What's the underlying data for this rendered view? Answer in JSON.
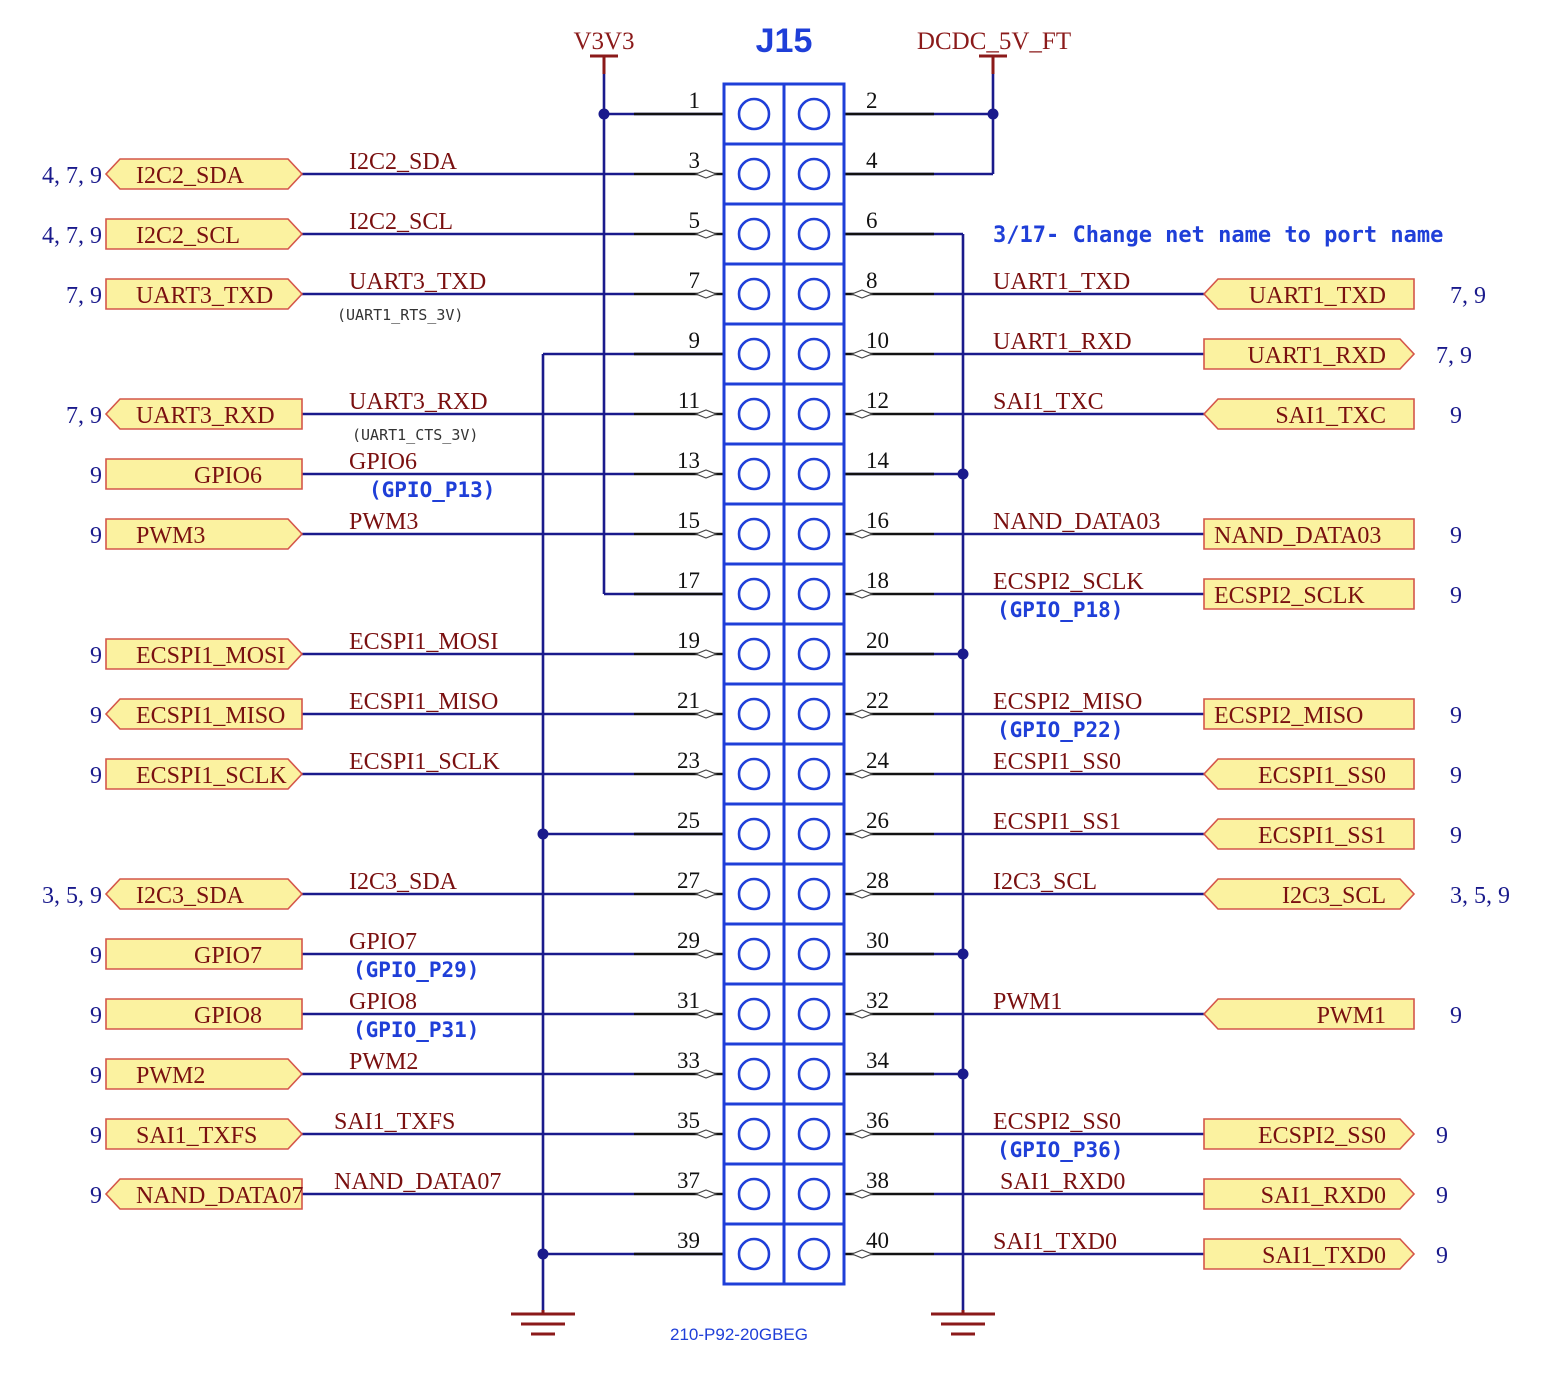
{
  "connector": {
    "refdes": "J15",
    "part_number": "210-P92-20GBEG"
  },
  "power": {
    "left_rail": "V3V3",
    "right_rail": "DCDC_5V_FT"
  },
  "note": "3/17- Change net name to port name",
  "colors": {
    "wire": "#1a1a8c",
    "connector": "#1f3fd8",
    "power": "#8b1a1a",
    "net_label": "#7a1010",
    "port_fill": "#fbf2a0",
    "port_stroke": "#d4564a",
    "sheet_ref": "#1a1a8c",
    "annotation": "#1f3fd8"
  },
  "pins": [
    {
      "n": "1",
      "net": "",
      "port": "",
      "shape": "",
      "sheets": "",
      "sub": "",
      "sub_type": ""
    },
    {
      "n": "2",
      "net": "",
      "port": "",
      "shape": "",
      "sheets": "",
      "sub": "",
      "sub_type": ""
    },
    {
      "n": "3",
      "net": "I2C2_SDA",
      "port": "I2C2_SDA",
      "shape": "bidir",
      "sheets": "4, 7, 9",
      "sub": "",
      "sub_type": ""
    },
    {
      "n": "4",
      "net": "",
      "port": "",
      "shape": "",
      "sheets": "",
      "sub": "",
      "sub_type": ""
    },
    {
      "n": "5",
      "net": "I2C2_SCL",
      "port": "I2C2_SCL",
      "shape": "out",
      "sheets": "4, 7, 9",
      "sub": "",
      "sub_type": ""
    },
    {
      "n": "6",
      "net": "",
      "port": "",
      "shape": "",
      "sheets": "",
      "sub": "",
      "sub_type": ""
    },
    {
      "n": "7",
      "net": "UART3_TXD",
      "port": "UART3_TXD",
      "shape": "out",
      "sheets": "7, 9",
      "sub": "(UART1_RTS_3V)",
      "sub_type": "small"
    },
    {
      "n": "8",
      "net": "UART1_TXD",
      "port": "UART1_TXD",
      "shape": "in",
      "sheets": "7, 9",
      "sub": "",
      "sub_type": ""
    },
    {
      "n": "9",
      "net": "",
      "port": "",
      "shape": "",
      "sheets": "",
      "sub": "",
      "sub_type": ""
    },
    {
      "n": "10",
      "net": "UART1_RXD",
      "port": "UART1_RXD",
      "shape": "out",
      "sheets": "7, 9",
      "sub": "",
      "sub_type": ""
    },
    {
      "n": "11",
      "net": "UART3_RXD",
      "port": "UART3_RXD",
      "shape": "in",
      "sheets": "7, 9",
      "sub": "(UART1_CTS_3V)",
      "sub_type": "small"
    },
    {
      "n": "12",
      "net": "SAI1_TXC",
      "port": "SAI1_TXC",
      "shape": "in",
      "sheets": "9",
      "sub": "",
      "sub_type": ""
    },
    {
      "n": "13",
      "net": "GPIO6",
      "port": "GPIO6",
      "shape": "none",
      "sheets": "9",
      "sub": "(GPIO_P13)",
      "sub_type": "gpio"
    },
    {
      "n": "14",
      "net": "",
      "port": "",
      "shape": "",
      "sheets": "",
      "sub": "",
      "sub_type": ""
    },
    {
      "n": "15",
      "net": "PWM3",
      "port": "PWM3",
      "shape": "out",
      "sheets": "9",
      "sub": "",
      "sub_type": ""
    },
    {
      "n": "16",
      "net": "NAND_DATA03",
      "port": "NAND_DATA03",
      "shape": "none",
      "sheets": "9",
      "sub": "",
      "sub_type": ""
    },
    {
      "n": "17",
      "net": "",
      "port": "",
      "shape": "",
      "sheets": "",
      "sub": "",
      "sub_type": ""
    },
    {
      "n": "18",
      "net": "ECSPI2_SCLK",
      "port": "ECSPI2_SCLK",
      "shape": "none",
      "sheets": "9",
      "sub": "(GPIO_P18)",
      "sub_type": "gpio"
    },
    {
      "n": "19",
      "net": "ECSPI1_MOSI",
      "port": "ECSPI1_MOSI",
      "shape": "out",
      "sheets": "9",
      "sub": "",
      "sub_type": ""
    },
    {
      "n": "20",
      "net": "",
      "port": "",
      "shape": "",
      "sheets": "",
      "sub": "",
      "sub_type": ""
    },
    {
      "n": "21",
      "net": "ECSPI1_MISO",
      "port": "ECSPI1_MISO",
      "shape": "in",
      "sheets": "9",
      "sub": "",
      "sub_type": ""
    },
    {
      "n": "22",
      "net": "ECSPI2_MISO",
      "port": "ECSPI2_MISO",
      "shape": "none",
      "sheets": "9",
      "sub": "(GPIO_P22)",
      "sub_type": "gpio"
    },
    {
      "n": "23",
      "net": "ECSPI1_SCLK",
      "port": "ECSPI1_SCLK",
      "shape": "out",
      "sheets": "9",
      "sub": "",
      "sub_type": ""
    },
    {
      "n": "24",
      "net": "ECSPI1_SS0",
      "port": "ECSPI1_SS0",
      "shape": "in",
      "sheets": "9",
      "sub": "",
      "sub_type": ""
    },
    {
      "n": "25",
      "net": "",
      "port": "",
      "shape": "",
      "sheets": "",
      "sub": "",
      "sub_type": ""
    },
    {
      "n": "26",
      "net": "ECSPI1_SS1",
      "port": "ECSPI1_SS1",
      "shape": "in",
      "sheets": "9",
      "sub": "",
      "sub_type": ""
    },
    {
      "n": "27",
      "net": "I2C3_SDA",
      "port": "I2C3_SDA",
      "shape": "bidir",
      "sheets": "3, 5, 9",
      "sub": "",
      "sub_type": ""
    },
    {
      "n": "28",
      "net": "I2C3_SCL",
      "port": "I2C3_SCL",
      "shape": "bidir",
      "sheets": "3, 5, 9",
      "sub": "",
      "sub_type": ""
    },
    {
      "n": "29",
      "net": "GPIO7",
      "port": "GPIO7",
      "shape": "none",
      "sheets": "9",
      "sub": "(GPIO_P29)",
      "sub_type": "gpio"
    },
    {
      "n": "30",
      "net": "",
      "port": "",
      "shape": "",
      "sheets": "",
      "sub": "",
      "sub_type": ""
    },
    {
      "n": "31",
      "net": "GPIO8",
      "port": "GPIO8",
      "shape": "none",
      "sheets": "9",
      "sub": "(GPIO_P31)",
      "sub_type": "gpio"
    },
    {
      "n": "32",
      "net": "PWM1",
      "port": "PWM1",
      "shape": "in",
      "sheets": "9",
      "sub": "",
      "sub_type": ""
    },
    {
      "n": "33",
      "net": "PWM2",
      "port": "PWM2",
      "shape": "out",
      "sheets": "9",
      "sub": "",
      "sub_type": ""
    },
    {
      "n": "34",
      "net": "",
      "port": "",
      "shape": "",
      "sheets": "",
      "sub": "",
      "sub_type": ""
    },
    {
      "n": "35",
      "net": "SAI1_TXFS",
      "port": "SAI1_TXFS",
      "shape": "out",
      "sheets": "9",
      "sub": "",
      "sub_type": ""
    },
    {
      "n": "36",
      "net": "ECSPI2_SS0",
      "port": "ECSPI2_SS0",
      "shape": "out",
      "sheets": "9",
      "sub": "(GPIO_P36)",
      "sub_type": "gpio"
    },
    {
      "n": "37",
      "net": "NAND_DATA07",
      "port": "NAND_DATA07",
      "shape": "in",
      "sheets": "9",
      "sub": "",
      "sub_type": ""
    },
    {
      "n": "38",
      "net": "SAI1_RXD0",
      "port": "SAI1_RXD0",
      "shape": "out",
      "sheets": "9",
      "sub": "",
      "sub_type": ""
    },
    {
      "n": "39",
      "net": "",
      "port": "",
      "shape": "",
      "sheets": "",
      "sub": "",
      "sub_type": ""
    },
    {
      "n": "40",
      "net": "SAI1_TXD0",
      "port": "SAI1_TXD0",
      "shape": "out",
      "sheets": "9",
      "sub": "",
      "sub_type": ""
    }
  ]
}
